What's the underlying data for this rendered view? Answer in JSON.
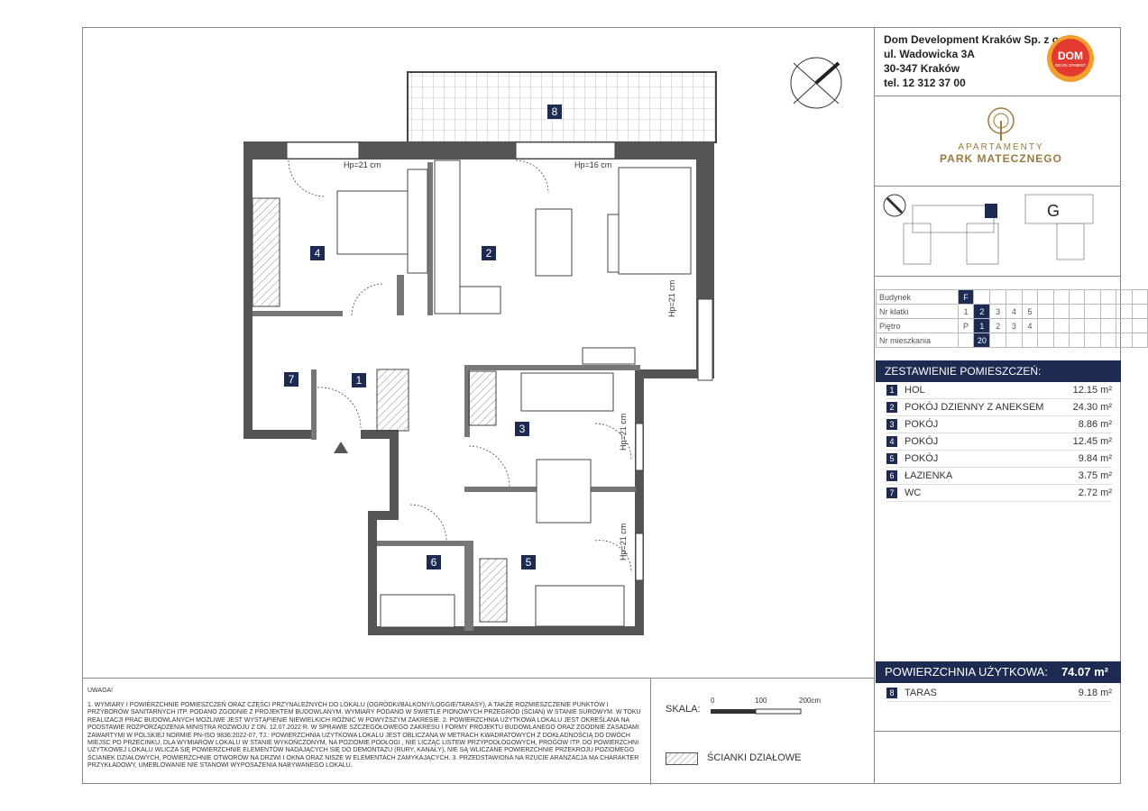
{
  "company": {
    "name": "Dom Development Kraków Sp. z o.o.",
    "street": "ul. Wadowicka 3A",
    "city": "30-347 Kraków",
    "phone": "tel. 12 312 37 00",
    "logo_text": "DOM",
    "logo_sub": "DEVELOPMENT"
  },
  "project": {
    "line1": "APARTAMENTY",
    "line2": "PARK MATECZNEGO"
  },
  "keyplan": {
    "building_letter": "G"
  },
  "info_table": {
    "rows": [
      {
        "label": "Budynek",
        "cells": [
          "F",
          "",
          "",
          "",
          "",
          "",
          "",
          "",
          "",
          "",
          "",
          ""
        ],
        "selected": 0
      },
      {
        "label": "Nr klatki",
        "cells": [
          "1",
          "2",
          "3",
          "4",
          "5",
          "",
          "",
          "",
          "",
          "",
          "",
          ""
        ],
        "selected": 1
      },
      {
        "label": "Piętro",
        "cells": [
          "P",
          "1",
          "2",
          "3",
          "4",
          "",
          "",
          "",
          "",
          "",
          "",
          ""
        ],
        "selected": 1
      },
      {
        "label": "Nr mieszkania",
        "cells": [
          "",
          "20",
          "",
          "",
          "",
          "",
          "",
          "",
          "",
          "",
          "",
          ""
        ],
        "selected": 1
      }
    ]
  },
  "rooms": {
    "header": "ZESTAWIENIE POMIESZCZEŃ:",
    "items": [
      {
        "num": "1",
        "name": "HOL",
        "area": "12.15 m²"
      },
      {
        "num": "2",
        "name": "POKÓJ DZIENNY Z ANEKSEM",
        "area": "24.30 m²"
      },
      {
        "num": "3",
        "name": "POKÓJ",
        "area": "8.86 m²"
      },
      {
        "num": "4",
        "name": "POKÓJ",
        "area": "12.45 m²"
      },
      {
        "num": "5",
        "name": "POKÓJ",
        "area": "9.84 m²"
      },
      {
        "num": "6",
        "name": "ŁAZIENKA",
        "area": "3.75 m²"
      },
      {
        "num": "7",
        "name": "WC",
        "area": "2.72 m²"
      }
    ],
    "total_label": "POWIERZCHNIA UŻYTKOWA:",
    "total_value": "74.07 m²",
    "extra": {
      "num": "8",
      "name": "TARAS",
      "area": "9.18 m²"
    }
  },
  "notes": {
    "header": "UWAGA!",
    "text": "1. WYMIARY I POWIERZCHNIE POMIESZCZEŃ ORAZ CZĘŚCI PRZYNALEŻNYCH DO LOKALU (OGRÓDKI/BALKONY/LOGGIE/TARASY), A TAKŻE ROZMIESZCZENIE PUNKTÓW I PRZYBORÓW SANITARNYCH ITP. PODANO ZGODNIE Z PROJEKTEM BUDOWLANYM. WYMIARY PODANO W ŚWIETLE PIONOWYCH PRZEGRÓD (ŚCIAN) W STANIE SUROWYM. W TOKU REALIZACJI PRAC BUDOWLANYCH MOŻLIWE JEST WYSTĄPIENIE NIEWIELKICH RÓŻNIC W POWYŻSZYM ZAKRESIE. 2. POWIERZCHNIA UŻYTKOWA LOKALU JEST OKREŚLANA NA PODSTAWIE ROZPORZĄDZENIA MINISTRA ROZWOJU Z DN. 12.07.2022 R. W SPRAWIE SZCZEGÓŁOWEGO ZAKRESU I FORMY PROJEKTU BUDOWLANEGO ORAZ ZGODNIE ZASADAMI ZAWARTYMI W POLSKIEJ NORMIE PN-ISO 9836:2022-07, TJ.: POWIERZCHNIA UŻYTKOWA LOKALU JEST OBLICZANA W METRACH KWADRATOWYCH Z DOKŁADNOŚCIĄ DO DWÓCH MIEJSC PO PRZECINKU, DLA WYMIARÓW LOKALU W STANIE WYKOŃCZONYM, NA POZIOMIE PODŁOGI , NIE LICZĄC LISTEW PRZYPODŁOGOWYCH, PROGÓW ITP. DO POWIERZCHNI UŻYTKOWEJ LOKALU WLICZA SIĘ POWIERZCHNIE ELEMENTÓW NADAJĄCYCH SIĘ DO DEMONTAŻU (RURY, KANAŁY), NIE SĄ WLICZANE POWIERZCHNIE PRZEKROJU POZIOMEGO ŚCIANEK DZIAŁOWYCH, POWIERZCHNIE OTWORÓW NA DRZWI I OKNA ORAZ NISZE W ELEMENTACH ZAMYKAJĄCYCH. 3. PRZEDSTAWIONA NA RZUCIE ARANŻACJA MA CHARAKTER PRZYKŁADOWY, UMEBLOWANIE NIE STANOWI WYPOSAŻENIA NABYWANEGO LOKALU."
  },
  "scale": {
    "label": "SKALA:",
    "tick0": "0",
    "tick1": "100",
    "tick2": "200cm",
    "legend": "ŚCIANKI DZIAŁOWE"
  },
  "plan": {
    "room_labels": [
      "1",
      "2",
      "3",
      "4",
      "5",
      "6",
      "7",
      "8"
    ],
    "hp_labels": [
      "Hp=21 cm",
      "Hp=16 cm",
      "Hp=21 cm",
      "Hp=21 cm",
      "Hp=21 cm"
    ]
  },
  "colors": {
    "navy": "#1d2b53",
    "gold": "#9a7b3c",
    "logo_red": "#e23a2e",
    "logo_orange": "#f29f2e"
  }
}
